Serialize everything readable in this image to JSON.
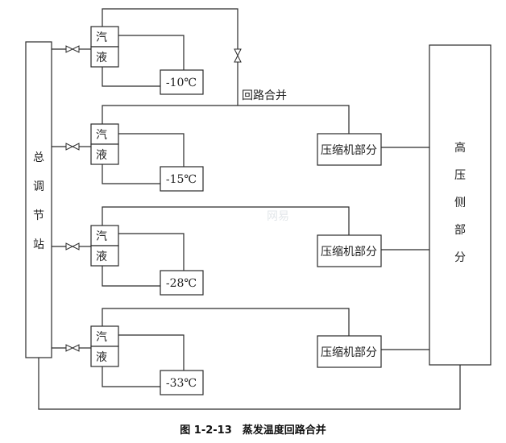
{
  "master_station": {
    "chars": [
      "总",
      "调",
      "节",
      "站"
    ]
  },
  "high_pressure": {
    "chars": [
      "高",
      "压",
      "侧",
      "部",
      "分"
    ]
  },
  "units": [
    {
      "vapor": "汽",
      "liquid": "液",
      "temperature": "-10℃"
    },
    {
      "vapor": "汽",
      "liquid": "液",
      "temperature": "-15℃",
      "compressor": "压缩机部分"
    },
    {
      "vapor": "汽",
      "liquid": "液",
      "temperature": "-28℃",
      "compressor": "压缩机部分"
    },
    {
      "vapor": "汽",
      "liquid": "液",
      "temperature": "-33℃",
      "compressor": "压缩机部分"
    }
  ],
  "merge_label": "回路合并",
  "caption": "图 1-2-13　蒸发温度回路合并",
  "watermark": "网易"
}
